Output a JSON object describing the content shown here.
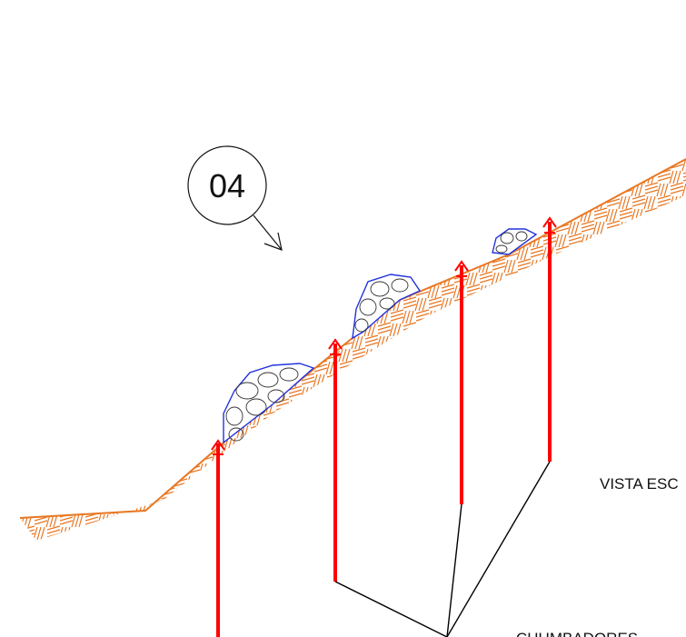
{
  "callout": {
    "number": "04"
  },
  "labels": {
    "view_title": "VISTA ESC",
    "anchors": "CHUMBADORES"
  },
  "colors": {
    "terrain_hatch": "#e87722",
    "anchor_bar": "#ff0000",
    "boulder_outline": "#2233dd",
    "boulder_inner": "#333333",
    "leader": "#000000"
  },
  "elements": {
    "anchor_count": 4,
    "boulder_count": 3
  }
}
